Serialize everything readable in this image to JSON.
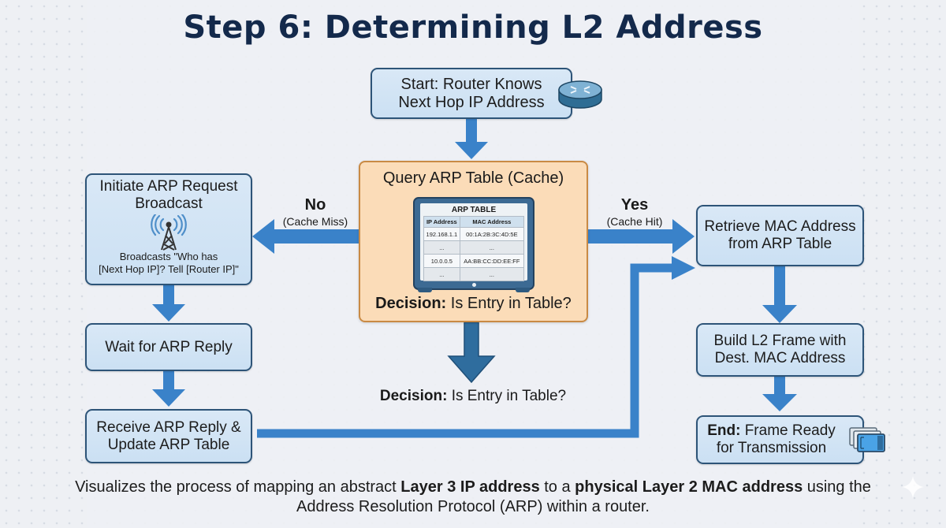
{
  "title": "Step 6: Determining L2 Address",
  "colors": {
    "title": "#13294b",
    "box_fill": "#d3e5f5",
    "box_border": "#2d5478",
    "decision_fill": "#fbdcb8",
    "decision_border": "#c98a44",
    "arrow": "#3a82c9",
    "arrow_dark": "#2f6d9e"
  },
  "nodes": {
    "start": {
      "line1": "Start: Router Knows",
      "line2": "Next Hop IP Address",
      "icon": "router-icon"
    },
    "query": {
      "title": "Query ARP Table (Cache)",
      "decision_bold": "Decision:",
      "decision_rest": " Is Entry in Table?",
      "icon": "monitor-icon",
      "arp_table": {
        "title": "ARP TABLE",
        "headers": [
          "IP Address",
          "MAC Address"
        ],
        "rows": [
          [
            "192.168.1.1",
            "00:1A:2B:3C:4D:5E"
          ],
          [
            "...",
            "..."
          ],
          [
            "10.0.0.5",
            "AA:BB:CC:DD:EE:FF"
          ],
          [
            "...",
            "..."
          ]
        ]
      }
    },
    "initiate": {
      "line1": "Initiate ARP Request",
      "line2": "Broadcast",
      "icon": "broadcast-tower-icon",
      "note1": "Broadcasts \"Who has",
      "note2": "[Next Hop IP]? Tell [Router IP]\""
    },
    "wait": {
      "label": "Wait for ARP Reply"
    },
    "receive": {
      "line1": "Receive ARP Reply &",
      "line2": "Update ARP Table"
    },
    "retrieve": {
      "line1": "Retrieve MAC Address",
      "line2": "from ARP Table"
    },
    "build": {
      "line1": "Build L2 Frame with",
      "line2": "Dest. MAC Address"
    },
    "end": {
      "bold": "End:",
      "line1_rest": " Frame Ready",
      "line2": "for Transmission",
      "icon": "frames-icon"
    }
  },
  "edge_labels": {
    "no": {
      "main": "No",
      "sub": "(Cache Miss)"
    },
    "yes": {
      "main": "Yes",
      "sub": "(Cache Hit)"
    },
    "down": {
      "bold": "Decision:",
      "rest": " Is Entry in Table?"
    }
  },
  "caption": {
    "p1": "Visualizes the process of mapping an abstract ",
    "b1": "Layer 3 IP address",
    "p2": " to a ",
    "b2": "physical Layer 2 MAC address",
    "p3": " using the Address Resolution Protocol (ARP) within a router."
  }
}
